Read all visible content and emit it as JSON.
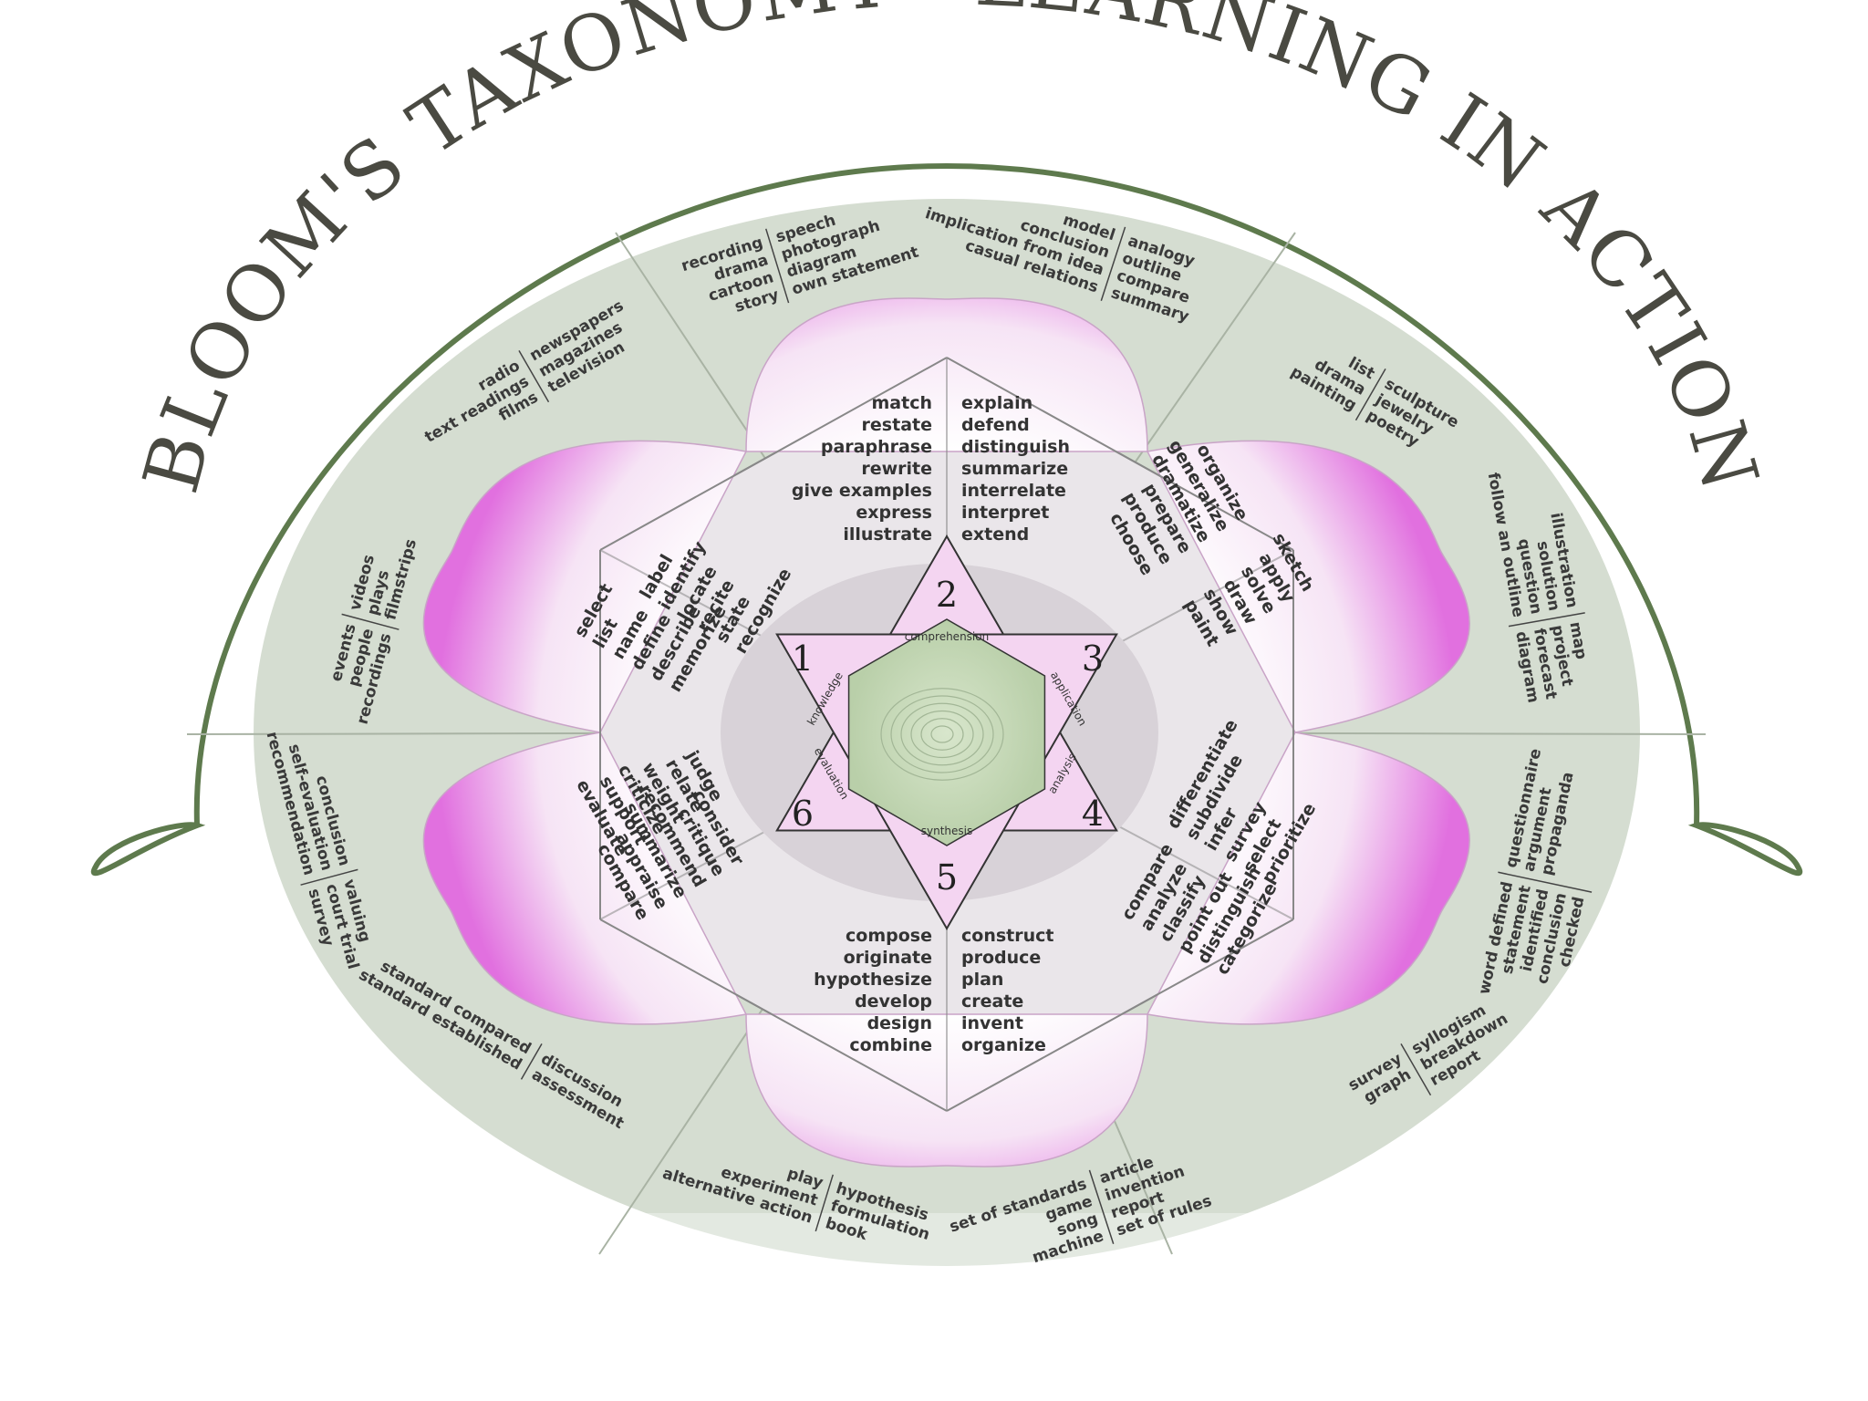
{
  "title": "BLOOM'S TAXONOMY - LEARNING IN ACTION",
  "colors": {
    "outer_fill": "#d5ddd1",
    "frame": "#5e7a4d",
    "petal_edge": "#e37be1",
    "star_fill": "#f4d5f1",
    "center_fill": "#c6d9b8",
    "hex_fill": "#eae6ea"
  },
  "stages": [
    {
      "num": "1",
      "label": "knowledge"
    },
    {
      "num": "2",
      "label": "comprehension"
    },
    {
      "num": "3",
      "label": "application"
    },
    {
      "num": "4",
      "label": "analysis"
    },
    {
      "num": "5",
      "label": "synthesis"
    },
    {
      "num": "6",
      "label": "evaluation"
    }
  ],
  "verbs": {
    "comprehension_left": [
      "match",
      "restate",
      "paraphrase",
      "rewrite",
      "give examples",
      "express",
      "illustrate"
    ],
    "comprehension_right": [
      "explain",
      "defend",
      "distinguish",
      "summarize",
      "interrelate",
      "interpret",
      "extend"
    ],
    "synthesis_left": [
      "compose",
      "originate",
      "hypothesize",
      "develop",
      "design",
      "combine"
    ],
    "synthesis_right": [
      "construct",
      "produce",
      "plan",
      "create",
      "invent",
      "organize"
    ],
    "knowledge_a": [
      "label",
      "identify",
      "locate",
      "recite",
      "state",
      "recognize"
    ],
    "knowledge_b": [
      "select",
      "list",
      "name",
      "define",
      "describe",
      "memorize"
    ],
    "application_a": [
      "organize",
      "generalize",
      "dramatize",
      "prepare",
      "produce",
      "choose"
    ],
    "application_b": [
      "sketch",
      "apply",
      "solve",
      "draw",
      "show",
      "paint"
    ],
    "analysis_a": [
      "differentiate",
      "subdivide",
      "infer",
      "survey",
      "select",
      "prioritize"
    ],
    "analysis_b": [
      "compare",
      "analyze",
      "classify",
      "point out",
      "distinguish",
      "categorize"
    ],
    "evaluation_a": [
      "judge",
      "relate",
      "weight",
      "criticize",
      "support",
      "evaluate"
    ],
    "evaluation_b": [
      "consider",
      "critique",
      "recommend",
      "summarize",
      "appraise",
      "compare"
    ]
  },
  "products": {
    "top_left": {
      "left": [
        "recording",
        "drama",
        "cartoon",
        "story"
      ],
      "right": [
        "speech",
        "photograph",
        "diagram",
        "own statement"
      ]
    },
    "top_right": {
      "left": [
        "model",
        "conclusion",
        "implication from idea",
        "casual relations"
      ],
      "right": [
        "analogy",
        "outline",
        "compare",
        "summary"
      ]
    },
    "upper_left": {
      "left": [
        "radio",
        "text readings",
        "films"
      ],
      "right": [
        "newspapers",
        "magazines",
        "television"
      ]
    },
    "left": {
      "left": [
        "events",
        "people",
        "recordings"
      ],
      "right": [
        "videos",
        "plays",
        "filmstrips"
      ]
    },
    "upper_right": {
      "left": [
        "list",
        "drama",
        "painting"
      ],
      "right": [
        "sculpture",
        "jewelry",
        "poetry"
      ]
    },
    "right": {
      "left": [
        "illustration",
        "solution",
        "question",
        "follow an outline"
      ],
      "right": [
        "map",
        "project",
        "forecast",
        "diagram"
      ]
    },
    "lower_right": {
      "left": [
        "word defined",
        "statement",
        "identified",
        "conclusion",
        "checked"
      ],
      "right": [
        "questionnaire",
        "argument",
        "propaganda"
      ]
    },
    "bottom_right": {
      "left": [
        "survey",
        "graph"
      ],
      "right": [
        "syllogism",
        "breakdown",
        "report"
      ]
    },
    "lower_left_top": {
      "left": [
        "conclusion",
        "self-evaluation",
        "recommendation"
      ],
      "right": [
        "valuing",
        "court trial",
        "survey"
      ]
    },
    "lower_left_bottom": {
      "left": [
        "standard compared",
        "standard established"
      ],
      "right": [
        "discussion",
        "assessment"
      ]
    },
    "bottom_left": {
      "left": [
        "play",
        "experiment",
        "alternative action"
      ],
      "right": [
        "hypothesis",
        "formulation",
        "book"
      ]
    },
    "bottom_center": {
      "left": [
        "set of standards",
        "game",
        "song",
        "machine"
      ],
      "right": [
        "article",
        "invention",
        "report",
        "set of rules"
      ]
    }
  }
}
